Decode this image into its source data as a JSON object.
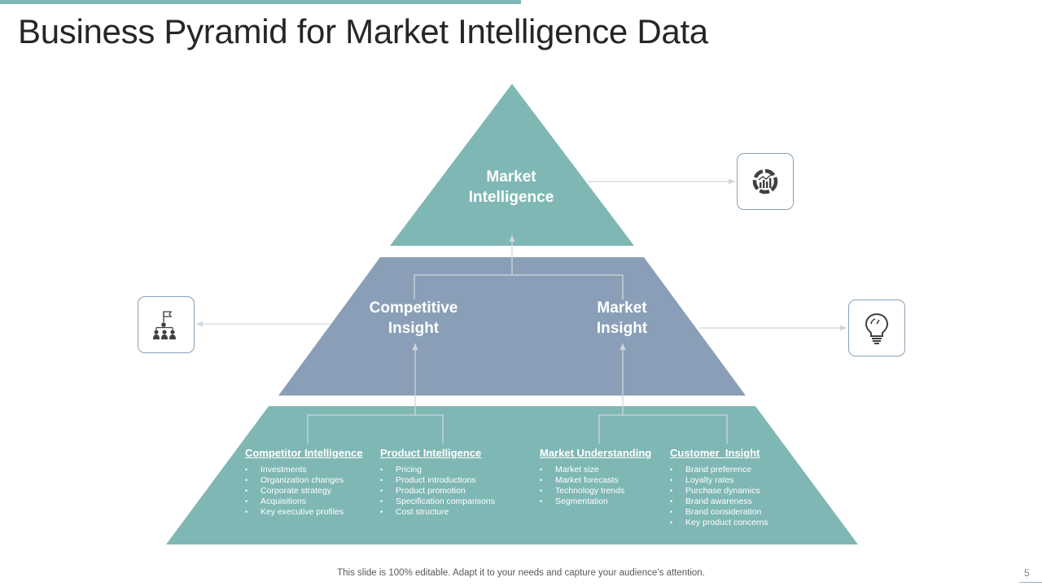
{
  "title": "Business Pyramid for Market Intelligence Data",
  "colors": {
    "teal": "#7fb7b4",
    "slate": "#8a9fb7",
    "connector": "#d0d6dc",
    "icon_border": "#8aa0b5"
  },
  "pyramid": {
    "top": {
      "line1": "Market",
      "line2": "Intelligence"
    },
    "middle": [
      {
        "line1": "Competitive",
        "line2": "Insight"
      },
      {
        "line1": "Market",
        "line2": "Insight"
      }
    ],
    "bottom": [
      {
        "title": "Competitor Intelligence",
        "items": [
          "Investments",
          "Organization changes",
          "Corporate strategy",
          "Acquisitions",
          "Key executive profiles"
        ]
      },
      {
        "title": "Product Intelligence",
        "items": [
          "Pricing",
          "Product introductions",
          "Product promotion",
          "Specification comparisons",
          "Cost structure"
        ]
      },
      {
        "title": "Market Understanding",
        "items": [
          "Market size",
          "Market forecasts",
          "Technology trends",
          "Segmentation"
        ]
      },
      {
        "title": "Customer  Insight",
        "items": [
          "Brand preference",
          "Loyalty rates",
          "Purchase dynamics",
          "Brand awareness",
          "Brand consideration",
          "Key product concerns"
        ]
      }
    ]
  },
  "icons": {
    "top": "chart-gauge-icon",
    "left": "team-hierarchy-icon",
    "right": "lightbulb-icon"
  },
  "footer": "This slide is 100% editable. Adapt it to your needs and capture your audience’s attention.",
  "page_number": "5"
}
